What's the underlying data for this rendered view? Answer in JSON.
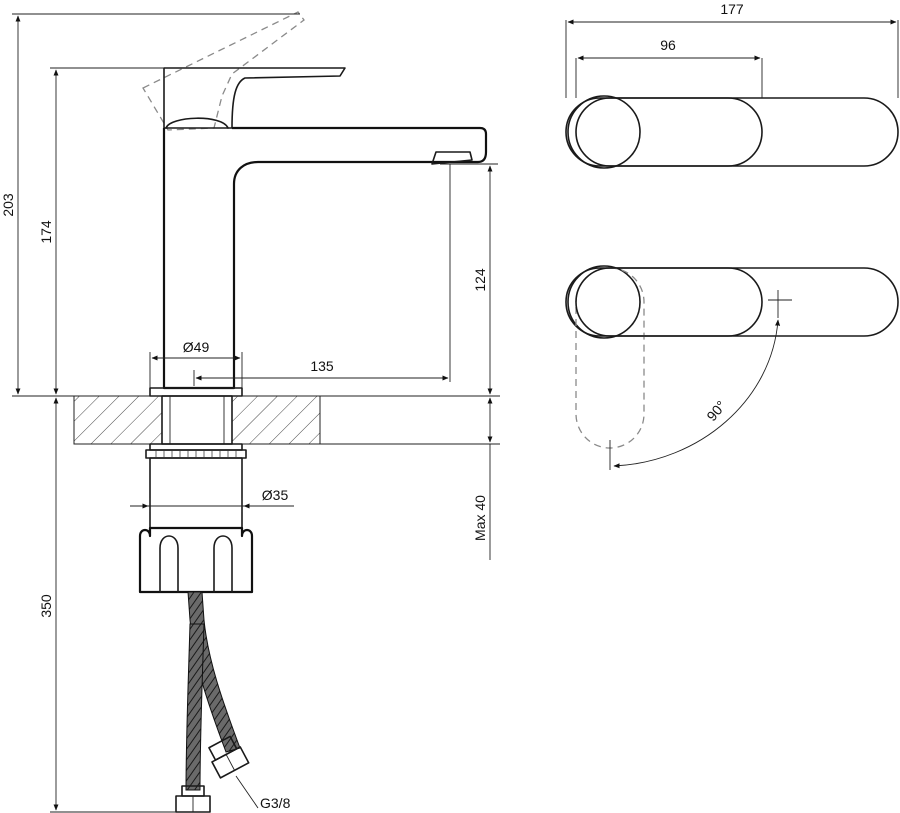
{
  "dimensions": {
    "overall_height": "203",
    "body_height": "174",
    "spout_height": "124",
    "base_diameter": "Ø49",
    "spout_reach": "135",
    "shank_diameter": "Ø35",
    "max_counter_thickness": "Max 40",
    "hose_length": "350",
    "hose_thread": "G3/8",
    "top_total_length": "177",
    "top_handle_length": "96",
    "lever_rotation": "90°"
  },
  "colors": {
    "line": "#1a1a1a",
    "dashed": "#8a8a8a",
    "background": "#ffffff"
  }
}
